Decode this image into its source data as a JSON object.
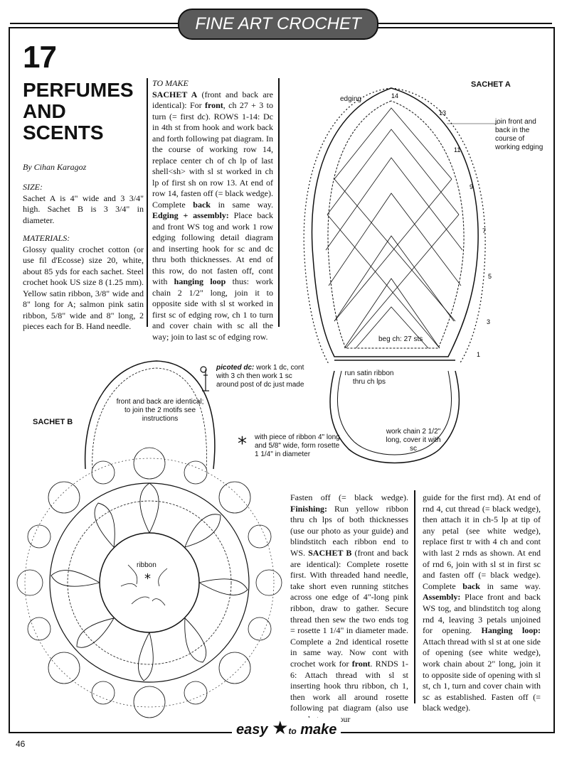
{
  "header": {
    "banner": "FINE ART CROCHET"
  },
  "article": {
    "number": "17",
    "title_lines": [
      "PERFUMES",
      "AND",
      "SCENTS"
    ],
    "byline": "By Cihan Karagoz"
  },
  "size": {
    "heading": "SIZE:",
    "text": "Sachet A is 4\" wide and 3 3/4\" high. Sachet B is 3 3/4\" in diameter."
  },
  "materials": {
    "heading": "MATERIALS:",
    "text": "Glossy quality crochet cotton (or use fil d'Ecosse) size 20, white, about 85 yds for each sachet. Steel crochet hook US size 8 (1.25 mm). Yellow satin ribbon, 3/8\" wide and 8\" long for A; salmon pink satin ribbon, 5/8\" wide and 8\" long, 2 pieces each for B. Hand needle."
  },
  "to_make": {
    "heading": "TO MAKE",
    "s1_b": "SACHET A",
    "s1": " (front and back are identical): For ",
    "s2_b": "front",
    "s2": ", ch 27 + 3 to turn (= first dc). ROWS 1-14: Dc in 4th st from hook and work back and forth following pat diagram. In the course of working row 14, replace center ch of ch lp of last shell<sh> with sl st worked in ch lp of first sh on row 13. At end of row 14, fasten off (= black wedge). Complete ",
    "s3_b": "back",
    "s3": " in same way. ",
    "s4_b": "Edging + assembly:",
    "s4": " Place back and front WS tog and work 1 row edging following detail diagram and inserting hook for sc and dc thru both thicknesses. At end of this row, do not fasten off, cont with ",
    "s5_b": "hanging loop",
    "s5": " thus: work chain 2 1/2\" long, join it to opposite side with sl st worked in first sc of edging row, ch 1 to turn and cover chain with sc all the way; join to last sc of edging row."
  },
  "continued1": {
    "t1": "Fasten off (= black wedge). ",
    "t2_b": "Finishing:",
    "t2": " Run yellow ribbon thru ch lps of both thicknesses (use our photo as your guide) and blindstitch each ribbon end to WS. ",
    "t3_b": "SACHET B",
    "t3": " (front and back are identical): Complete rosette first. With threaded hand needle, take short even running stitches across one edge of 4\"-long pink ribbon, draw to gather. Secure thread then sew the two ends tog = rosette 1 1/4\" in diameter made. Complete a 2nd identical rosette in same way. Now cont with crochet work for ",
    "t4_b": "front",
    "t4": ". RNDS 1-6: Attach thread with sl st inserting hook thru ribbon, ch 1, then work all around rosette following pat diagram (also use our photo as your"
  },
  "continued2": {
    "t1": "guide for the first rnd). At end of rnd 4, cut thread (= black wedge), then attach it in ch-5 lp at tip of any petal (see white wedge), replace first tr with 4 ch and cont with last 2 rnds as shown. At end of rnd 6, join with sl st in first sc and fasten off (= black wedge). Complete ",
    "t2_b": "back",
    "t2": " in same way. ",
    "t3_b": "Assembly:",
    "t3": " Place front and back WS tog, and blindstitch tog along rnd 4, leaving 3 petals unjoined for opening. ",
    "t4_b": "Hanging loop:",
    "t4": " Attach thread with sl st at one side of opening (see white wedge), work chain about 2\" long, join it to opposite side of opening with sl st, ch 1, turn and cover chain with sc as established. Fasten off (= black wedge)."
  },
  "sachet_a": {
    "label": "SACHET A",
    "edging": "edging",
    "join_note": "join front and back in the course of working edging",
    "beg_ch": "beg ch: 27 sts",
    "ribbon_note": "run satin ribbon thru ch lps",
    "work_chain": "work chain 2 1/2\" long, cover it with sc",
    "row_numbers": [
      "14",
      "13",
      "11",
      "9",
      "7",
      "5",
      "3",
      "1"
    ]
  },
  "sachet_b": {
    "label": "SACHET B",
    "identical_note": "front and back are identical; to join the 2 motifs see instructions",
    "ribbon": "ribbon"
  },
  "legend": {
    "picot_b": "picoted dc:",
    "picot": " work 1 dc, cont with 3 ch then work 1 sc around post of dc just made",
    "star_symbol": "*",
    "star_note": "with piece of ribbon 4\" long and 5/8\" wide, form rosette 1 1/4\" in diameter"
  },
  "footer": {
    "easy": "easy",
    "to": "to",
    "make": "make",
    "page": "46"
  }
}
